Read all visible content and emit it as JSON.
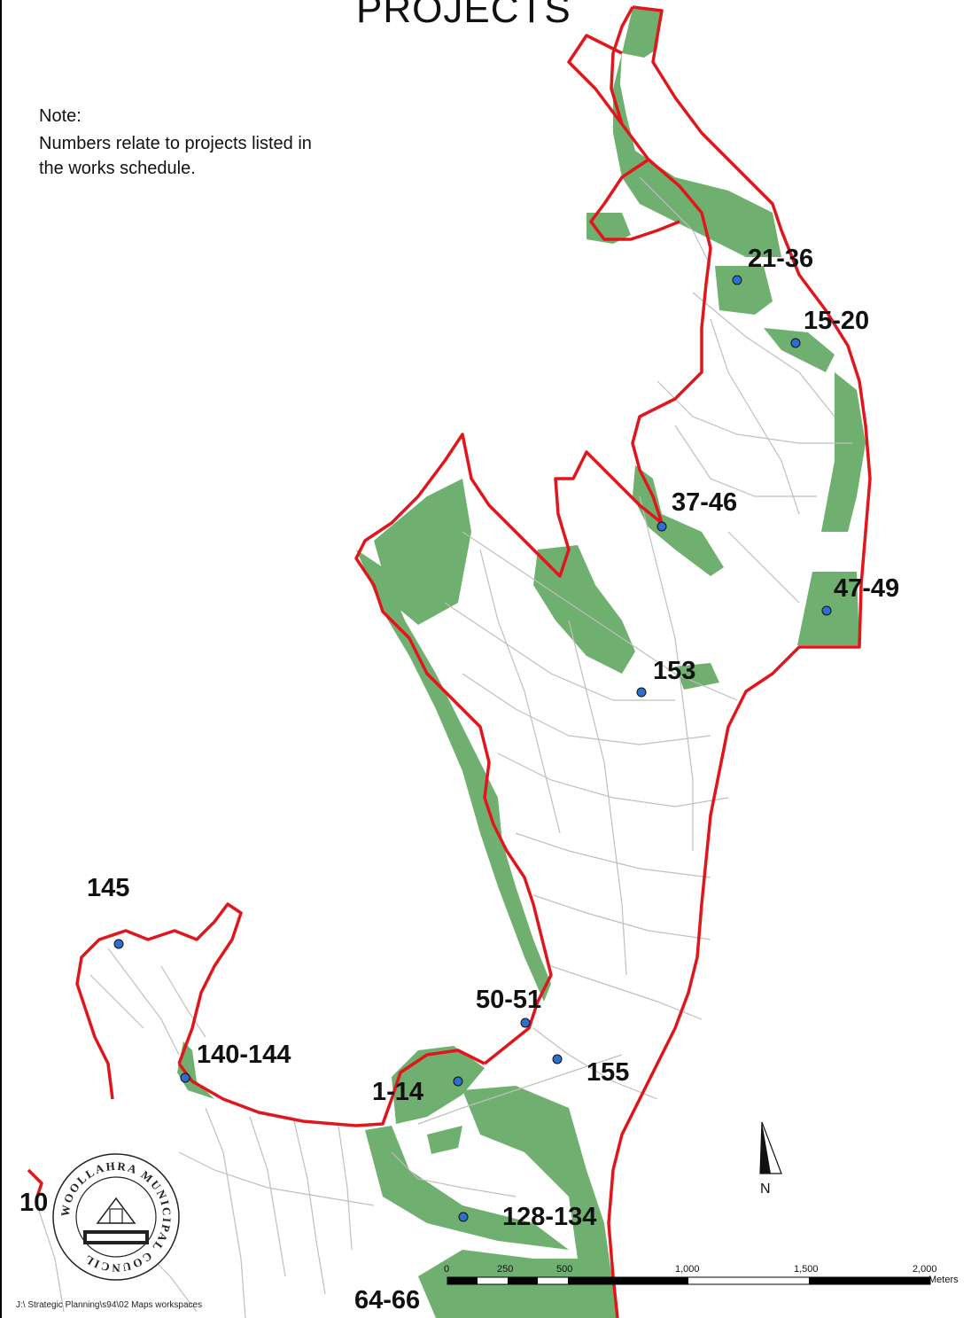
{
  "title": "PROJECTS",
  "note": {
    "heading": "Note:",
    "text": "Numbers relate to projects listed in the works schedule."
  },
  "project_labels": [
    "21-36",
    "15-20",
    "37-46",
    "47-49",
    "153",
    "145",
    "50-51",
    "140-144",
    "155",
    "1-14",
    "128-134",
    "64-66",
    "10"
  ],
  "scale_bar": {
    "ticks": [
      "0",
      "250",
      "500",
      "1,000",
      "1,500",
      "2,000"
    ],
    "unit": "Meters"
  },
  "north_arrow": {
    "label": "N",
    "icon": "north-arrow-icon"
  },
  "seal": {
    "icon": "council-seal-icon",
    "text": "WOOLLAHRA MUNICIPAL COUNCIL"
  },
  "footer": "J:\\ Strategic Planning\\s94\\02 Maps workspaces",
  "colors": {
    "boundary": "#e0161c",
    "open_space": "#6faf6f",
    "streets": "#bfbfbf",
    "project_point": "#2d6fcf"
  }
}
